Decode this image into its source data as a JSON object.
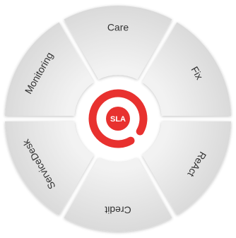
{
  "hub": {
    "label": "SLA",
    "accent_color": "#e8312f",
    "ring_color": "#e8312f"
  },
  "segments": [
    {
      "label": "Care"
    },
    {
      "label": "Fix"
    },
    {
      "label": "ReAct"
    },
    {
      "label": "Credit"
    },
    {
      "label": "ServiceDesk"
    },
    {
      "label": "Monitoring"
    }
  ],
  "colors": {
    "segment_fill": "#e2e2e2",
    "segment_shadow": "#cfcfcf",
    "label_text": "#333333"
  }
}
